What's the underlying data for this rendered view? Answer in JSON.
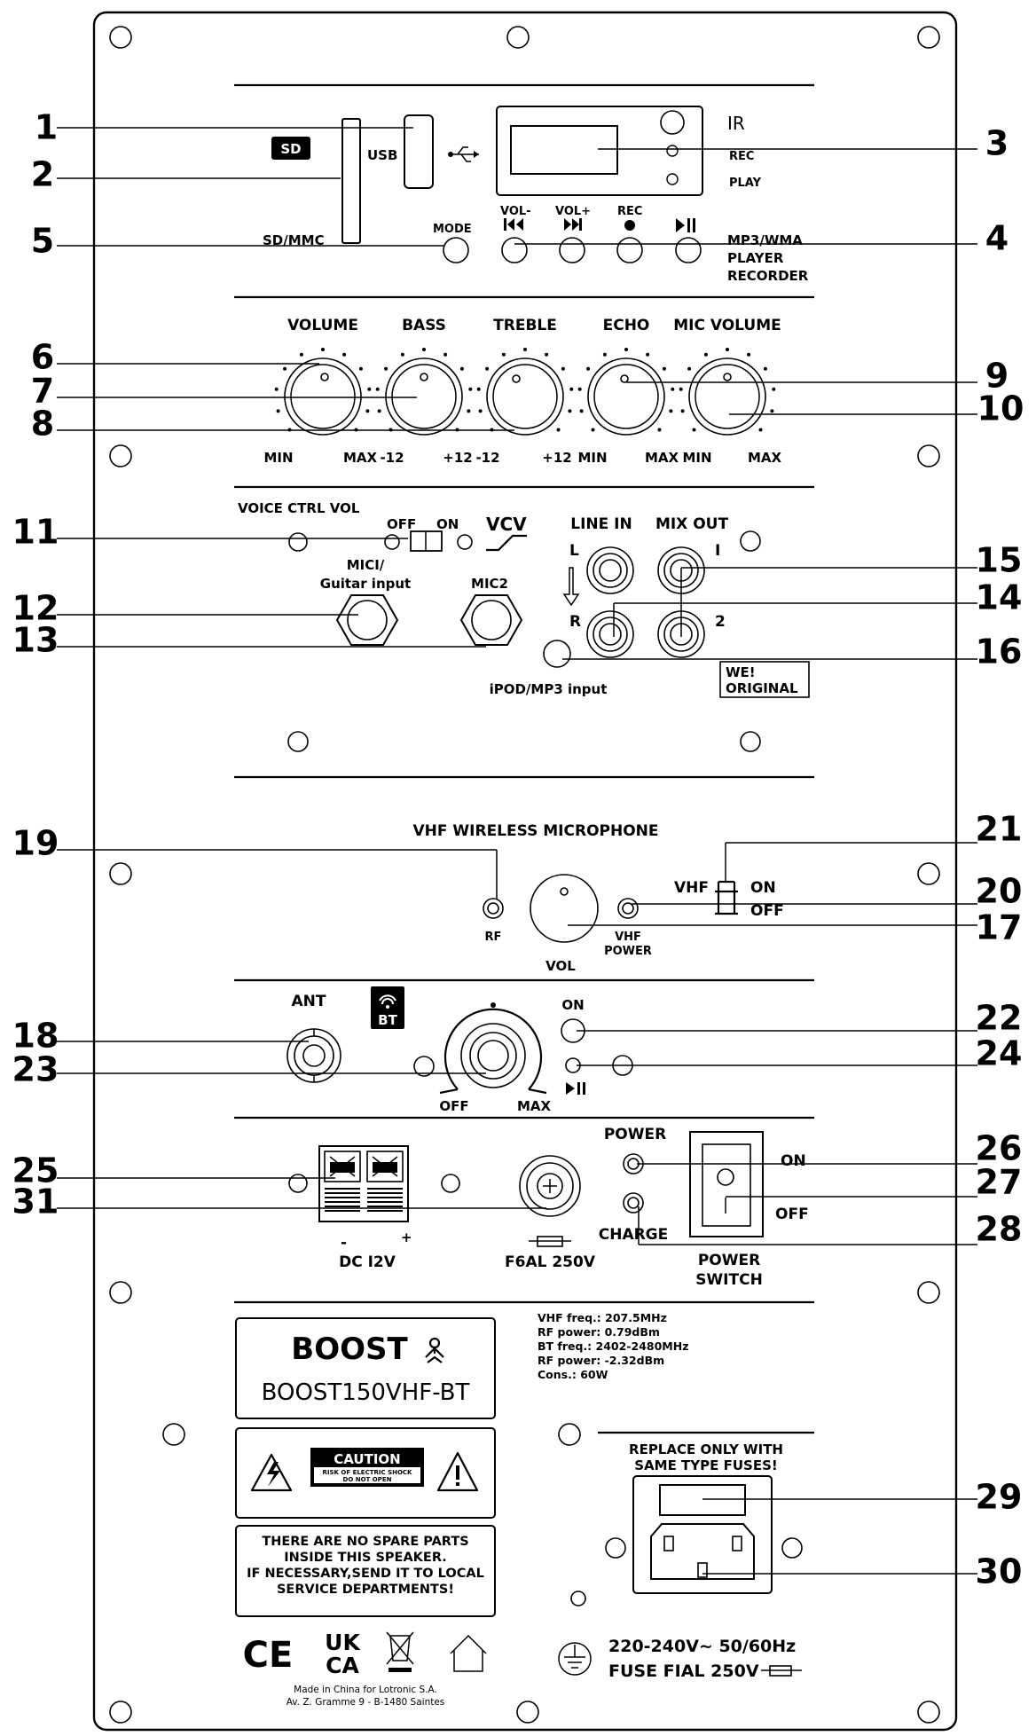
{
  "callouts": [
    "1",
    "2",
    "3",
    "4",
    "5",
    "6",
    "7",
    "8",
    "9",
    "10",
    "11",
    "12",
    "13",
    "14",
    "15",
    "16",
    "17",
    "18",
    "19",
    "20",
    "21",
    "22",
    "23",
    "24",
    "25",
    "26",
    "27",
    "28",
    "29",
    "30",
    "31"
  ],
  "media": {
    "sd_badge": "SD",
    "usb": "USB",
    "sd_mmc": "SD/MMC",
    "ir": "IR",
    "rec_led": "REC",
    "play_led": "PLAY",
    "mode": "MODE",
    "vol_minus": "VOL-",
    "vol_plus": "VOL+",
    "rec_btn": "REC",
    "player_line1": "MP3/WMA",
    "player_line2": "PLAYER",
    "player_line3": "RECORDER"
  },
  "knobs": {
    "volume": "VOLUME",
    "bass": "BASS",
    "treble": "TREBLE",
    "echo": "ECHO",
    "mic_volume": "MIC VOLUME",
    "scale": [
      "MIN",
      "MAX",
      "-12",
      "+12",
      "-12",
      "+12",
      "MIN",
      "MAX",
      "MIN",
      "MAX"
    ]
  },
  "inputs": {
    "voice_ctrl": "VOICE CTRL VOL",
    "off": "OFF",
    "on": "ON",
    "vcv": "VCV",
    "mic1_line1": "MICI/",
    "mic1_line2": "Guitar input",
    "mic2": "MIC2",
    "line_in": "LINE IN",
    "mix_out": "MIX OUT",
    "l": "L",
    "r": "R",
    "one": "I",
    "two": "2",
    "ipod": "iPOD/MP3 input",
    "we1": "WE!",
    "we2": "ORIGINAL"
  },
  "vhf": {
    "title": "VHF WIRELESS MICROPHONE",
    "rf": "RF",
    "vol": "VOL",
    "power1": "VHF",
    "power2": "POWER",
    "vhf": "VHF",
    "on": "ON",
    "off": "OFF"
  },
  "bt": {
    "ant": "ANT",
    "badge": "BT",
    "on": "ON",
    "off": "OFF",
    "max": "MAX"
  },
  "power": {
    "dc": "DC I2V",
    "minus": "-",
    "plus": "+",
    "fuse": "F6AL 250V",
    "power": "POWER",
    "charge": "CHARGE",
    "on": "ON",
    "off": "OFF",
    "switch1": "POWER",
    "switch2": "SWITCH"
  },
  "label": {
    "brand": "BOOST",
    "model": "BOOST150VHF-BT",
    "specs": [
      "VHF freq.: 207.5MHz",
      "RF power: 0.79dBm",
      "BT freq.: 2402-2480MHz",
      "RF power: -2.32dBm",
      "Cons.: 60W"
    ],
    "caution": "CAUTION",
    "caution_sub1": "RISK OF ELECTRIC SHOCK",
    "caution_sub2": "DO NOT OPEN",
    "notice": [
      "THERE ARE NO SPARE PARTS",
      "INSIDE THIS SPEAKER.",
      "IF NECESSARY,SEND IT TO LOCAL",
      "SERVICE DEPARTMENTS!"
    ],
    "ce": "CE",
    "ukca1": "UK",
    "ukca2": "CA",
    "made1": "Made in China for Lotronic S.A.",
    "made2": "Av. Z. Gramme 9 - B-1480 Saintes"
  },
  "mains": {
    "replace1": "REPLACE ONLY WITH",
    "replace2": "SAME TYPE FUSES!",
    "voltage": "220-240V~  50/60Hz",
    "fuse": "FUSE FIAL 250V"
  }
}
